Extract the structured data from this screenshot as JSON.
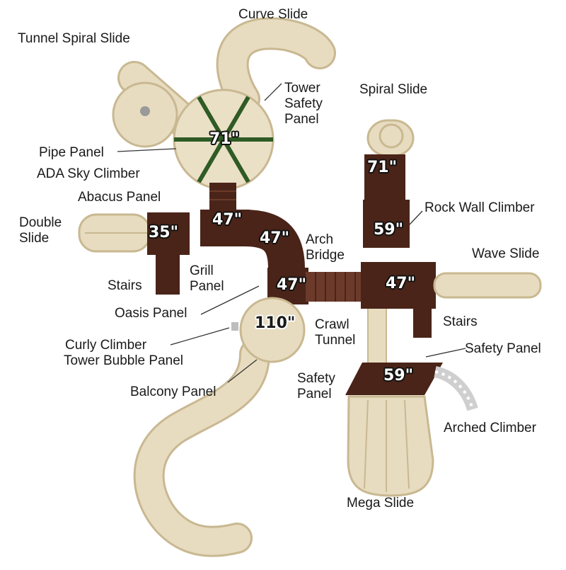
{
  "colors": {
    "slide": "#e7dcc0",
    "slide_edge": "#c9b891",
    "deck": "#4a2418",
    "deck_light": "#6b3a2a",
    "roof_bar": "#2f5b24",
    "leader": "#333333"
  },
  "labels": {
    "curve_slide": "Curve Slide",
    "tunnel_spiral_slide": "Tunnel Spiral Slide",
    "tower_safety_panel": "Tower\nSafety\nPanel",
    "spiral_slide": "Spiral Slide",
    "pipe_panel": "Pipe Panel",
    "ada_sky_climber": "ADA Sky Climber",
    "abacus_panel": "Abacus Panel",
    "rock_wall_climber": "Rock Wall Climber",
    "double_slide": "Double\nSlide",
    "arch_bridge": "Arch\nBridge",
    "wave_slide": "Wave Slide",
    "grill_panel": "Grill\nPanel",
    "stairs_left": "Stairs",
    "stairs_right": "Stairs",
    "oasis_panel": "Oasis Panel",
    "crawl_tunnel": "Crawl\nTunnel",
    "curly_climber": "Curly Climber",
    "tower_bubble_panel": "Tower Bubble Panel",
    "safety_panel_right": "Safety Panel",
    "safety_panel_left": "Safety\nPanel",
    "balcony_panel": "Balcony Panel",
    "arched_climber": "Arched Climber",
    "mega_slide": "Mega Slide"
  },
  "heights": {
    "h71_left": "71\"",
    "h71_right": "71\"",
    "h47_a": "47\"",
    "h47_b": "47\"",
    "h47_c": "47\"",
    "h47_d": "47\"",
    "h35": "35\"",
    "h59_top": "59\"",
    "h59_bottom": "59\"",
    "h110": "110\""
  }
}
